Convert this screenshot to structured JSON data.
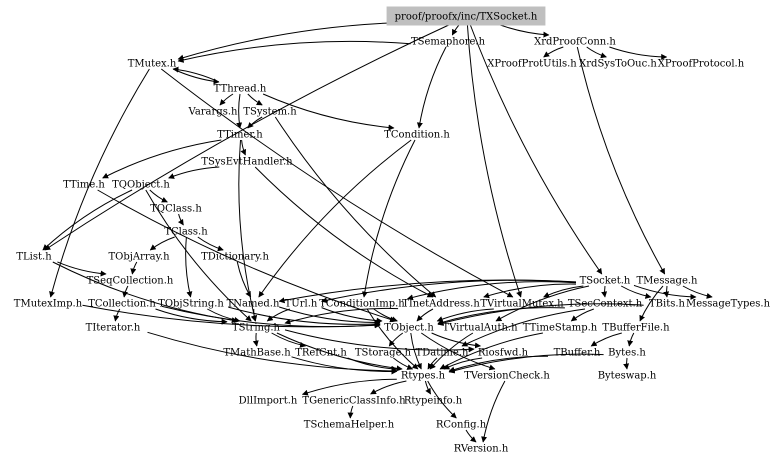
{
  "diagram": {
    "title": "",
    "root": "proof/proofx/inc/TXSocket.h",
    "nodes": [
      {
        "id": "root",
        "label": "proof/proofx/inc/TXSocket.h",
        "root": true
      },
      {
        "id": "xrdproofconn",
        "label": "XrdProofConn.h"
      },
      {
        "id": "xproofprotutils",
        "label": "XProofProtUtils.h"
      },
      {
        "id": "xrdsystoouc",
        "label": "XrdSysToOuc.h"
      },
      {
        "id": "xproofprotocol",
        "label": "XProofProtocol.h"
      },
      {
        "id": "tsemaphore",
        "label": "TSemaphore.h"
      },
      {
        "id": "tmutex",
        "label": "TMutex.h"
      },
      {
        "id": "tthread",
        "label": "TThread.h"
      },
      {
        "id": "varargs",
        "label": "Varargs.h"
      },
      {
        "id": "tsystem",
        "label": "TSystem.h"
      },
      {
        "id": "tcondition",
        "label": "TCondition.h"
      },
      {
        "id": "ttimer",
        "label": "TTimer.h"
      },
      {
        "id": "tsysevthandler",
        "label": "TSysEvtHandler.h"
      },
      {
        "id": "ttime",
        "label": "TTime.h"
      },
      {
        "id": "tqobject",
        "label": "TQObject.h"
      },
      {
        "id": "tqclass",
        "label": "TQClass.h"
      },
      {
        "id": "tclass",
        "label": "TClass.h"
      },
      {
        "id": "tobjarray",
        "label": "TObjArray.h"
      },
      {
        "id": "tdictionary",
        "label": "TDictionary.h"
      },
      {
        "id": "tlist",
        "label": "TList.h"
      },
      {
        "id": "tseqcollection",
        "label": "TSeqCollection.h"
      },
      {
        "id": "tsocket",
        "label": "TSocket.h"
      },
      {
        "id": "tmessage",
        "label": "TMessage.h"
      },
      {
        "id": "tmuteximp",
        "label": "TMutexImp.h"
      },
      {
        "id": "tcollection",
        "label": "TCollection.h"
      },
      {
        "id": "tobjstring",
        "label": "TObjString.h"
      },
      {
        "id": "tnamed",
        "label": "TNamed.h"
      },
      {
        "id": "turl",
        "label": "TUrl.h"
      },
      {
        "id": "tconditionimp",
        "label": "TConditionImp.h"
      },
      {
        "id": "tinetaddress",
        "label": "TInetAddress.h"
      },
      {
        "id": "tvirtualmutex",
        "label": "TVirtualMutex.h"
      },
      {
        "id": "tseccontext",
        "label": "TSecContext.h"
      },
      {
        "id": "tbits",
        "label": "TBits.h"
      },
      {
        "id": "messagetypes",
        "label": "MessageTypes.h"
      },
      {
        "id": "titerator",
        "label": "TIterator.h"
      },
      {
        "id": "tstring",
        "label": "TString.h"
      },
      {
        "id": "tobject",
        "label": "TObject.h"
      },
      {
        "id": "tvirtualauth",
        "label": "TVirtualAuth.h"
      },
      {
        "id": "ttimestamp",
        "label": "TTimeStamp.h"
      },
      {
        "id": "tbufferfile",
        "label": "TBufferFile.h"
      },
      {
        "id": "tmathbase",
        "label": "TMathBase.h"
      },
      {
        "id": "trefcnt",
        "label": "TRefCnt.h"
      },
      {
        "id": "tstorage",
        "label": "TStorage.h"
      },
      {
        "id": "tdatime",
        "label": "TDatime.h"
      },
      {
        "id": "riosfwd",
        "label": "Riosfwd.h"
      },
      {
        "id": "tbuffer",
        "label": "TBuffer.h"
      },
      {
        "id": "bytes",
        "label": "Bytes.h"
      },
      {
        "id": "rtypes",
        "label": "Rtypes.h"
      },
      {
        "id": "tversioncheck",
        "label": "TVersionCheck.h"
      },
      {
        "id": "byteswap",
        "label": "Byteswap.h"
      },
      {
        "id": "dllimport",
        "label": "DllImport.h"
      },
      {
        "id": "tgenericclassinfo",
        "label": "TGenericClassInfo.h"
      },
      {
        "id": "rtypeinfo",
        "label": "Rtypeinfo.h"
      },
      {
        "id": "tschemahelper",
        "label": "TSchemaHelper.h"
      },
      {
        "id": "rconfig",
        "label": "RConfig.h"
      },
      {
        "id": "rversion",
        "label": "RVersion.h"
      }
    ],
    "edges": [
      [
        "root",
        "xrdproofconn"
      ],
      [
        "root",
        "tsemaphore"
      ],
      [
        "root",
        "tmutex"
      ],
      [
        "root",
        "tlist"
      ],
      [
        "root",
        "tsocket"
      ],
      [
        "root",
        "tvirtualmutex"
      ],
      [
        "xrdproofconn",
        "xproofprotutils"
      ],
      [
        "xrdproofconn",
        "xrdsystoouc"
      ],
      [
        "xrdproofconn",
        "xproofprotocol"
      ],
      [
        "xrdproofconn",
        "tmessage"
      ],
      [
        "tsemaphore",
        "tmutex"
      ],
      [
        "tsemaphore",
        "tcondition"
      ],
      [
        "tmutex",
        "tthread"
      ],
      [
        "tmutex",
        "tmuteximp"
      ],
      [
        "tmutex",
        "tvirtualmutex"
      ],
      [
        "tthread",
        "tmutex"
      ],
      [
        "tthread",
        "varargs"
      ],
      [
        "tthread",
        "tsystem"
      ],
      [
        "tthread",
        "ttimer"
      ],
      [
        "tthread",
        "tcondition"
      ],
      [
        "tsystem",
        "ttimer"
      ],
      [
        "tsystem",
        "tinetaddress"
      ],
      [
        "tcondition",
        "tconditionimp"
      ],
      [
        "tcondition",
        "tnamed"
      ],
      [
        "ttimer",
        "tsysevthandler"
      ],
      [
        "ttimer",
        "ttime"
      ],
      [
        "ttimer",
        "tstring"
      ],
      [
        "tsysevthandler",
        "tqobject"
      ],
      [
        "tsysevthandler",
        "tinetaddress"
      ],
      [
        "ttime",
        "tobject"
      ],
      [
        "tqobject",
        "tqclass"
      ],
      [
        "tqobject",
        "tlist"
      ],
      [
        "tqobject",
        "tstring"
      ],
      [
        "tqclass",
        "tclass"
      ],
      [
        "tclass",
        "tobjarray"
      ],
      [
        "tclass",
        "tdictionary"
      ],
      [
        "tclass",
        "tobjstring"
      ],
      [
        "tobjarray",
        "tseqcollection"
      ],
      [
        "tdictionary",
        "tnamed"
      ],
      [
        "tlist",
        "tseqcollection"
      ],
      [
        "tlist",
        "tstring"
      ],
      [
        "tseqcollection",
        "tcollection"
      ],
      [
        "tcollection",
        "titerator"
      ],
      [
        "tcollection",
        "tobject"
      ],
      [
        "tcollection",
        "tstring"
      ],
      [
        "tobjstring",
        "tobject"
      ],
      [
        "tobjstring",
        "tstring"
      ],
      [
        "tnamed",
        "tobject"
      ],
      [
        "tnamed",
        "tstring"
      ],
      [
        "turl",
        "tobject"
      ],
      [
        "turl",
        "tstring"
      ],
      [
        "tconditionimp",
        "tobject"
      ],
      [
        "tconditionimp",
        "rtypes"
      ],
      [
        "tinetaddress",
        "tobject"
      ],
      [
        "tinetaddress",
        "tstring"
      ],
      [
        "tvirtualmutex",
        "tobject"
      ],
      [
        "tsocket",
        "tnamed"
      ],
      [
        "tsocket",
        "turl"
      ],
      [
        "tsocket",
        "tconditionimp"
      ],
      [
        "tsocket",
        "tinetaddress"
      ],
      [
        "tsocket",
        "tvirtualmutex"
      ],
      [
        "tsocket",
        "tseccontext"
      ],
      [
        "tsocket",
        "tbits"
      ],
      [
        "tsocket",
        "messagetypes"
      ],
      [
        "tsocket",
        "tvirtualauth"
      ],
      [
        "tmessage",
        "tbufferfile"
      ],
      [
        "tmessage",
        "messagetypes"
      ],
      [
        "tmessage",
        "tbits"
      ],
      [
        "tseccontext",
        "tobject"
      ],
      [
        "tseccontext",
        "tdatime"
      ],
      [
        "tseccontext",
        "ttimestamp"
      ],
      [
        "tbits",
        "tobject"
      ],
      [
        "tmuteximp",
        "tobject"
      ],
      [
        "titerator",
        "rtypes"
      ],
      [
        "tstring",
        "tmathbase"
      ],
      [
        "tstring",
        "trefcnt"
      ],
      [
        "tstring",
        "riosfwd"
      ],
      [
        "tstring",
        "rtypes"
      ],
      [
        "tobject",
        "tstorage"
      ],
      [
        "tobject",
        "riosfwd"
      ],
      [
        "tobject",
        "rtypes"
      ],
      [
        "tobject",
        "tversioncheck"
      ],
      [
        "tvirtualauth",
        "rtypes"
      ],
      [
        "ttimestamp",
        "rtypes"
      ],
      [
        "tbufferfile",
        "tbuffer"
      ],
      [
        "tbufferfile",
        "bytes"
      ],
      [
        "tmathbase",
        "rtypes"
      ],
      [
        "trefcnt",
        "rtypes"
      ],
      [
        "tstorage",
        "rtypes"
      ],
      [
        "tdatime",
        "rtypes"
      ],
      [
        "riosfwd",
        "rtypes"
      ],
      [
        "tbuffer",
        "rtypes"
      ],
      [
        "bytes",
        "byteswap"
      ],
      [
        "bytes",
        "rtypes"
      ],
      [
        "tversioncheck",
        "rversion"
      ],
      [
        "rtypes",
        "dllimport"
      ],
      [
        "rtypes",
        "tgenericclassinfo"
      ],
      [
        "rtypes",
        "rtypeinfo"
      ],
      [
        "rtypes",
        "rconfig"
      ],
      [
        "tgenericclassinfo",
        "tschemahelper"
      ],
      [
        "rconfig",
        "rversion"
      ]
    ]
  }
}
